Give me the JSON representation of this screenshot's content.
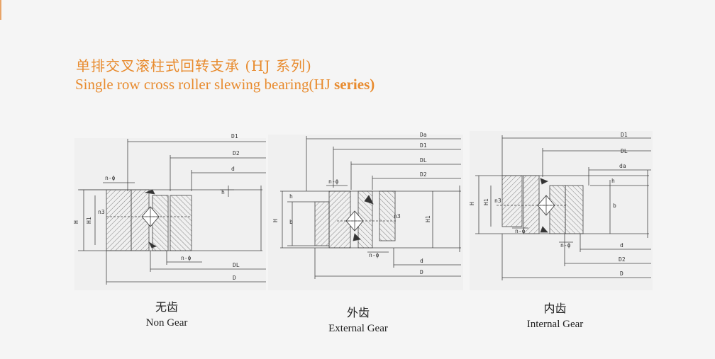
{
  "header": {
    "title_cn": "单排交叉滚柱式回转支承 (HJ 系列)",
    "title_en_prefix": "Single row cross roller slewing bearing(HJ ",
    "title_en_bold": "series)"
  },
  "diagrams": {
    "non_gear": {
      "caption_cn": "无齿",
      "caption_en": "Non Gear",
      "labels": {
        "D1": "D1",
        "D2": "D2",
        "d": "d",
        "h": "h",
        "n_phi": "n-ϕ",
        "n_phi2": "n-ϕ",
        "n3": "n3",
        "H": "H",
        "H1": "H1",
        "DL": "DL",
        "D": "D"
      }
    },
    "external_gear": {
      "caption_cn": "外齿",
      "caption_en": "External Gear",
      "labels": {
        "Da": "Da",
        "D1": "D1",
        "DL": "DL",
        "D2": "D2",
        "h": "h",
        "n_phi": "n-ϕ",
        "n_phi2": "n-ϕ",
        "n3": "n3",
        "H": "H",
        "b": "b",
        "H1": "H1",
        "d": "d",
        "D": "D"
      }
    },
    "internal_gear": {
      "caption_cn": "内齿",
      "caption_en": "Internal Gear",
      "labels": {
        "D1": "D1",
        "DL": "DL",
        "da": "da",
        "n3": "n3",
        "H": "H",
        "H1": "H1",
        "h": "h",
        "n_phi": "n-ϕ",
        "n_phi2": "n-ϕ",
        "b": "b",
        "d": "d",
        "D2": "D2",
        "D": "D"
      }
    }
  }
}
